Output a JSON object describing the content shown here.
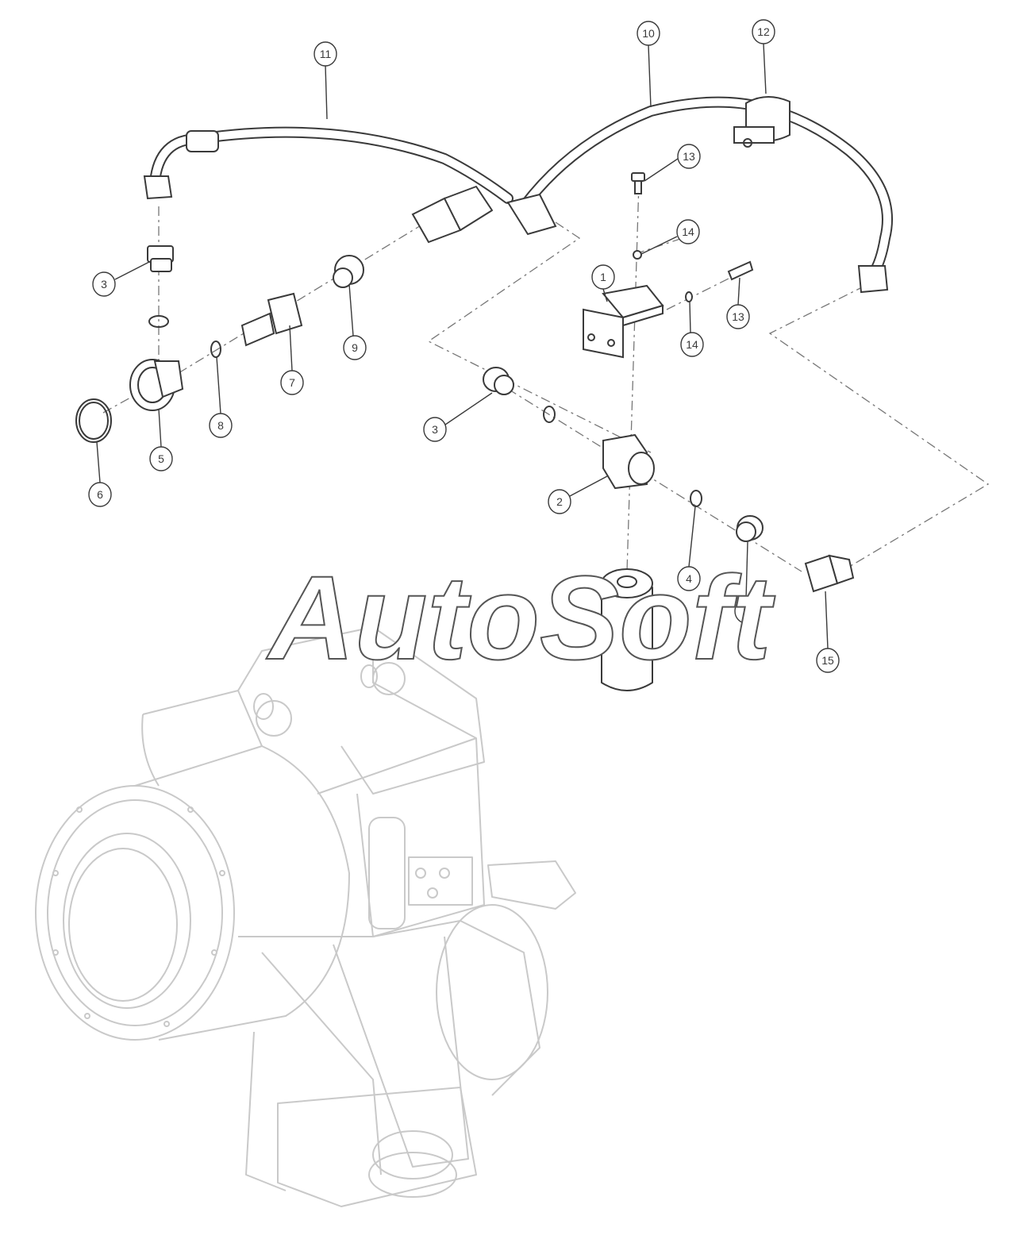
{
  "watermark": "AutoSoft",
  "callouts": [
    {
      "id": "c11",
      "label": "11"
    },
    {
      "id": "c10",
      "label": "10"
    },
    {
      "id": "c12",
      "label": "12"
    },
    {
      "id": "c13a",
      "label": "13"
    },
    {
      "id": "c14a",
      "label": "14"
    },
    {
      "id": "c13b",
      "label": "13"
    },
    {
      "id": "c14b",
      "label": "14"
    },
    {
      "id": "c1",
      "label": "1"
    },
    {
      "id": "c3a",
      "label": "3"
    },
    {
      "id": "c9",
      "label": "9"
    },
    {
      "id": "c7",
      "label": "7"
    },
    {
      "id": "c8",
      "label": "8"
    },
    {
      "id": "c5",
      "label": "5"
    },
    {
      "id": "c6",
      "label": "6"
    },
    {
      "id": "c3b",
      "label": "3"
    },
    {
      "id": "c2",
      "label": "2"
    },
    {
      "id": "c4",
      "label": "4"
    },
    {
      "id": "c3c",
      "label": "3"
    },
    {
      "id": "c15",
      "label": "15"
    }
  ]
}
